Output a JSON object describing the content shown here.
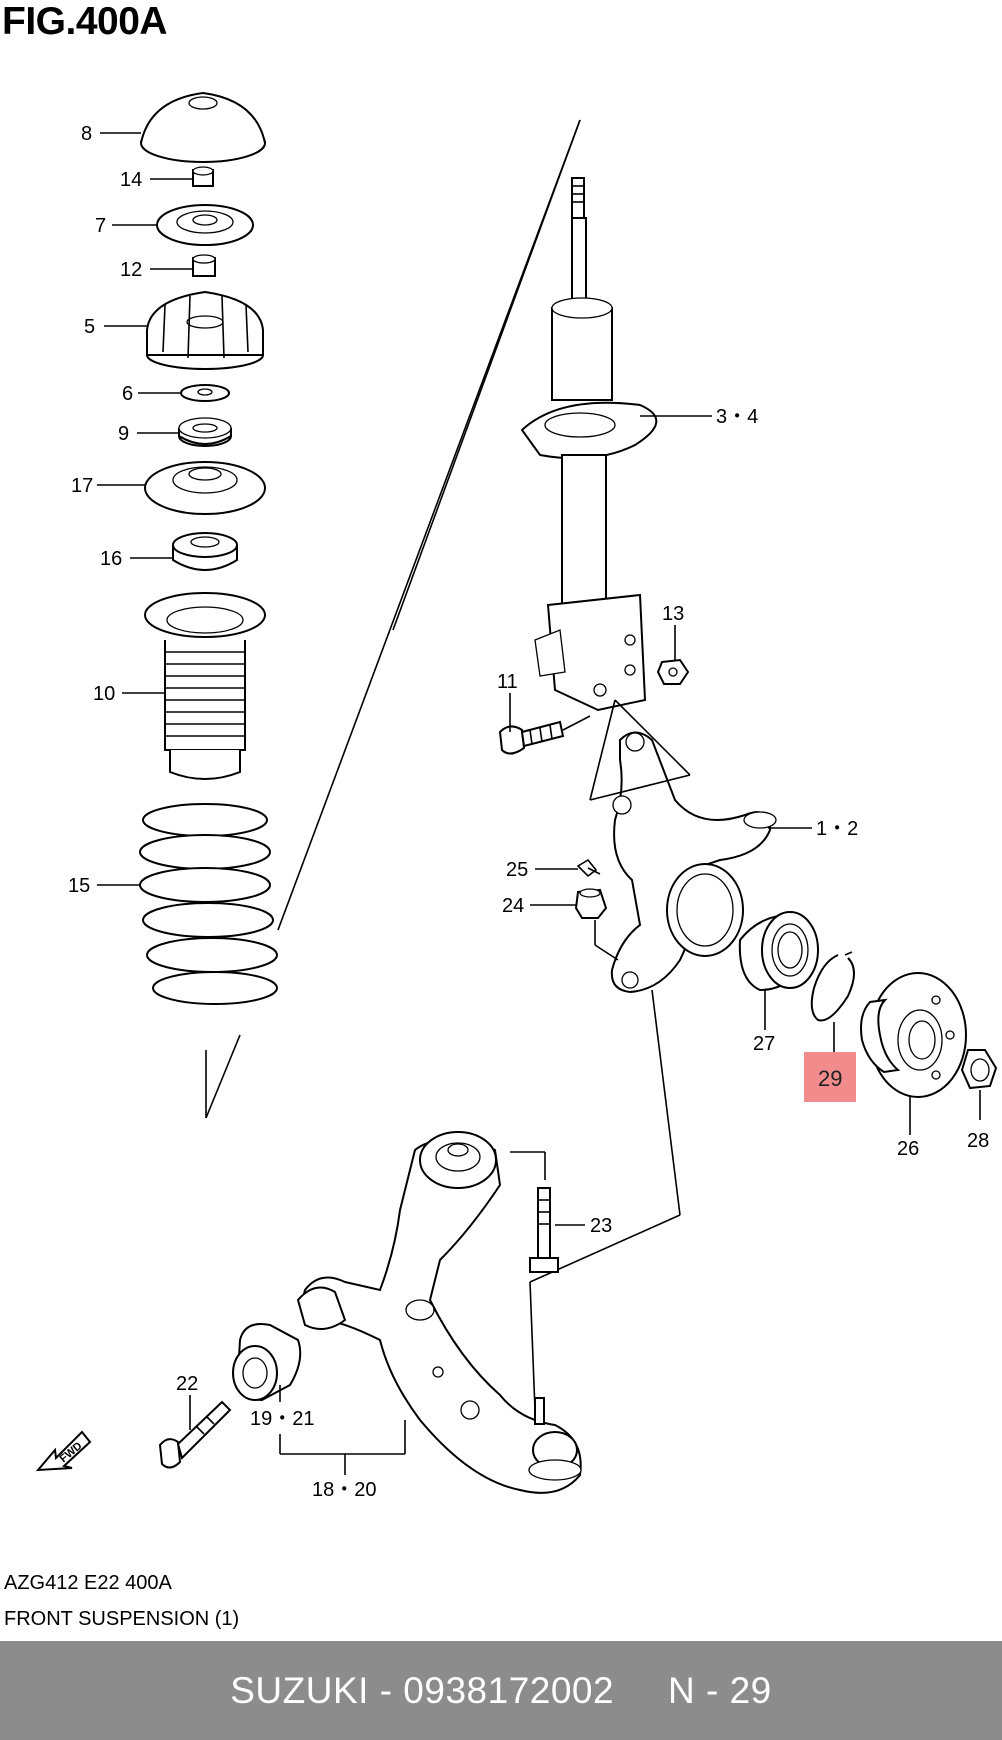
{
  "figure": {
    "title": "FIG.400A",
    "code": "AZG412 E22 400A",
    "description": "FRONT SUSPENSION (1)"
  },
  "callouts": {
    "c8": "8",
    "c14": "14",
    "c7": "7",
    "c12": "12",
    "c5": "5",
    "c6": "6",
    "c9": "9",
    "c17": "17",
    "c16": "16",
    "c10": "10",
    "c15": "15",
    "c3_4": "3・4",
    "c13": "13",
    "c11": "11",
    "c1_2": "1・2",
    "c25": "25",
    "c24": "24",
    "c27": "27",
    "c29": "29",
    "c26": "26",
    "c28": "28",
    "c23": "23",
    "c22": "22",
    "c19_21": "19・21",
    "c18_20": "18・20"
  },
  "fwd_label": "FWD",
  "highlight": {
    "part": "29",
    "color": "#f28b8b"
  },
  "footer": {
    "brand": "SUZUKI",
    "part_number": "0938172002",
    "ref": "N - 29",
    "text": "SUZUKI - 0938172002     N - 29",
    "background": "#8c8c8c"
  }
}
